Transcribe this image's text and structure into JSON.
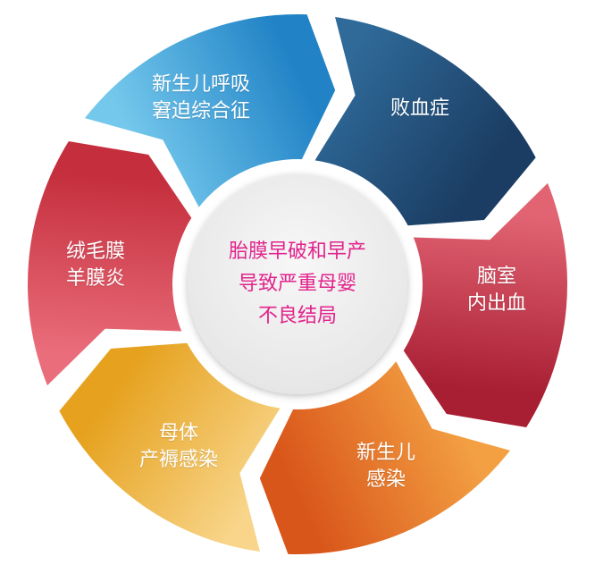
{
  "center": {
    "lines": [
      "胎膜早破和早产",
      "导致严重母婴",
      "不良结局"
    ],
    "color": "#e2238c"
  },
  "segments": [
    {
      "id": "sepsis",
      "lines": [
        "败血症"
      ],
      "colors": [
        "#1b3d63",
        "#2f6a99"
      ]
    },
    {
      "id": "ivh",
      "lines": [
        "脑室",
        "内出血"
      ],
      "colors": [
        "#a81e33",
        "#e26473"
      ]
    },
    {
      "id": "neonatal-infection",
      "lines": [
        "新生儿",
        "感染"
      ],
      "colors": [
        "#d9561a",
        "#f3a043"
      ]
    },
    {
      "id": "maternal-infection",
      "lines": [
        "母体",
        "产褥感染"
      ],
      "colors": [
        "#e6a21f",
        "#f8d58a"
      ]
    },
    {
      "id": "chorioamnionitis",
      "lines": [
        "绒毛膜",
        "羊膜炎"
      ],
      "colors": [
        "#c52f3d",
        "#ea6d7b"
      ]
    },
    {
      "id": "nrds",
      "lines": [
        "新生儿呼吸",
        "窘迫综合征"
      ],
      "colors": [
        "#2183c6",
        "#74c8ec"
      ]
    }
  ]
}
